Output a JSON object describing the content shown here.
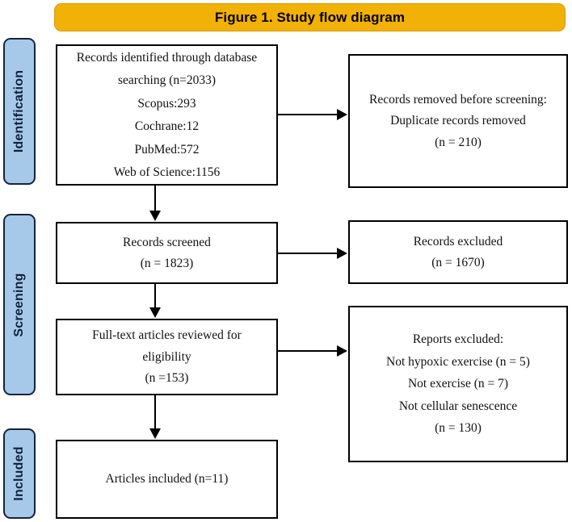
{
  "figure": {
    "title": "Figure 1. Study flow diagram",
    "title_background_color": "#F2B107",
    "stage_pill_color": "#A6C9EA",
    "box_border_color": "#000000"
  },
  "stages": [
    {
      "key": "identification",
      "label": "Identification"
    },
    {
      "key": "screening",
      "label": "Screening"
    },
    {
      "key": "included",
      "label": "Included"
    }
  ],
  "boxes": {
    "identified": {
      "lines": [
        "Records identified through database",
        "searching (n=2033)",
        "Scopus:293",
        "Cochrane:12",
        "PubMed:572",
        "Web of Science:1156"
      ]
    },
    "removed": {
      "lines": [
        "Records removed before screening:",
        "Duplicate records removed",
        "(n = 210)"
      ]
    },
    "screened": {
      "lines": [
        "Records screened",
        "(n = 1823)"
      ]
    },
    "excluded": {
      "lines": [
        "Records excluded",
        "(n = 1670)"
      ]
    },
    "fulltext": {
      "lines": [
        "Full-text articles reviewed for",
        "eligibility",
        "(n =153)"
      ]
    },
    "reports": {
      "lines": [
        "Reports excluded:",
        "Not hypoxic exercise (n = 5)",
        "Not exercise (n = 7)",
        "Not cellular senescence",
        "(n = 130)"
      ]
    },
    "included": {
      "lines": [
        "Articles included (n=11)"
      ]
    }
  }
}
